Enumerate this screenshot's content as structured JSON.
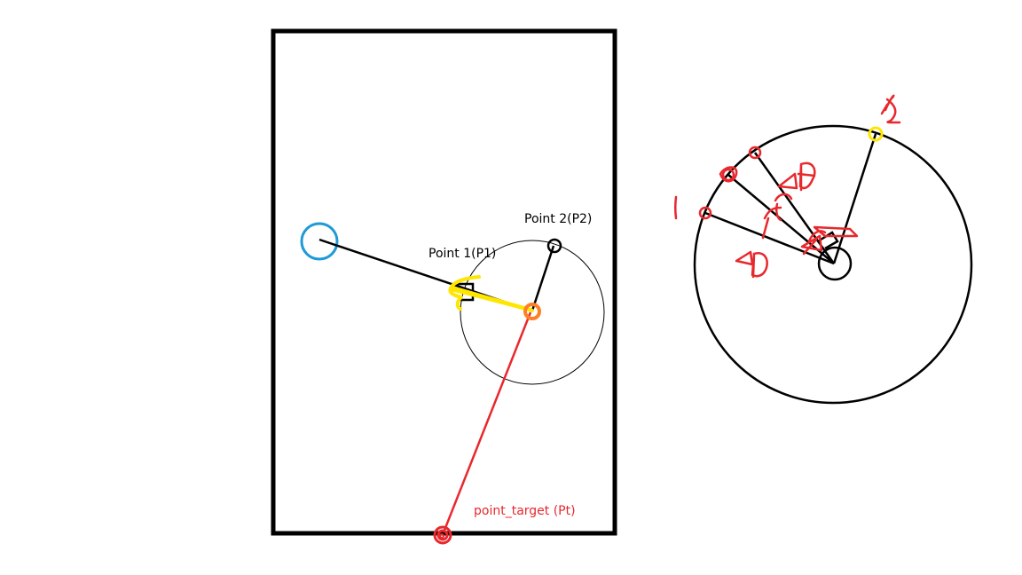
{
  "labels": {
    "point1": "Point 1(P1)",
    "point2": "Point 2(P2)",
    "point_target": "point_target (Pt)"
  },
  "colors": {
    "black": "#000000",
    "blue": "#1f9ad6",
    "yellow": "#ffe600",
    "orange": "#ff7f27",
    "red": "#e8282d"
  }
}
